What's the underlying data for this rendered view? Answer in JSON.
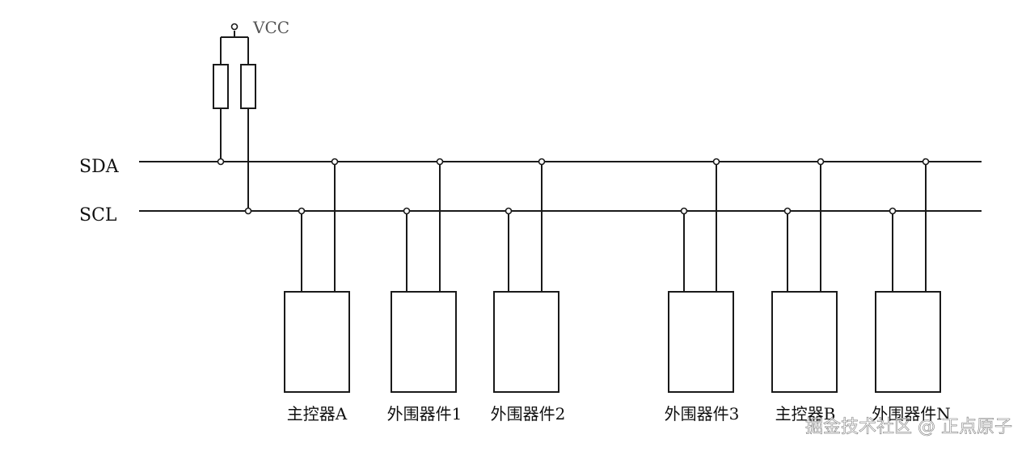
{
  "labels": {
    "vcc": "VCC",
    "sda": "SDA",
    "scl": "SCL"
  },
  "devices": [
    {
      "label": "主控器A"
    },
    {
      "label": "外围器件1"
    },
    {
      "label": "外围器件2"
    },
    {
      "label": "外围器件3"
    },
    {
      "label": "主控器B"
    },
    {
      "label": "外围器件N"
    }
  ],
  "watermark": "掘金技术社区 @ 正点原子",
  "colors": {
    "line": "#1a1a1a",
    "background": "#ffffff"
  }
}
